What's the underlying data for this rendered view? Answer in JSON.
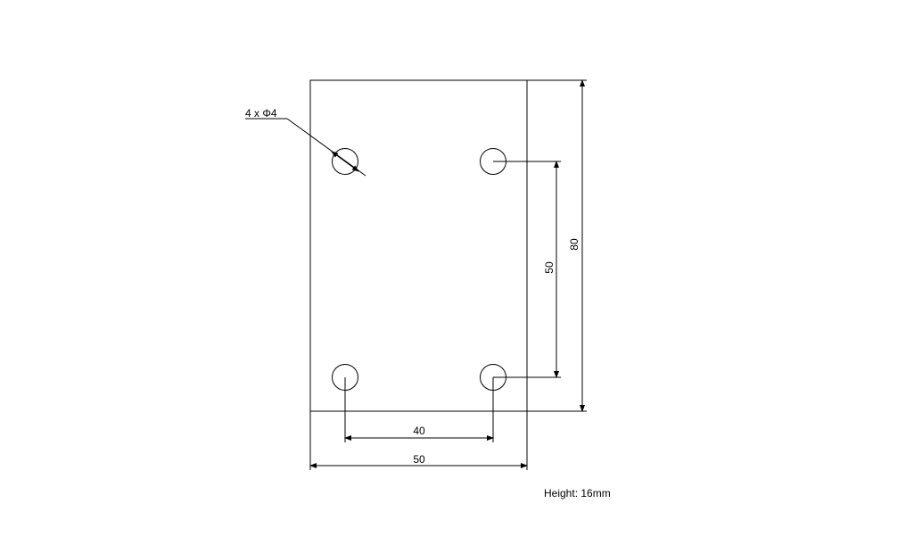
{
  "drawing": {
    "hole_callout": "4 x Φ4",
    "dim_hole_spacing_h": "40",
    "dim_plate_width": "50",
    "dim_hole_spacing_v": "50",
    "dim_plate_height": "80",
    "height_note": "Height: 16mm"
  },
  "colors": {
    "line": "#000000",
    "background": "#ffffff"
  }
}
